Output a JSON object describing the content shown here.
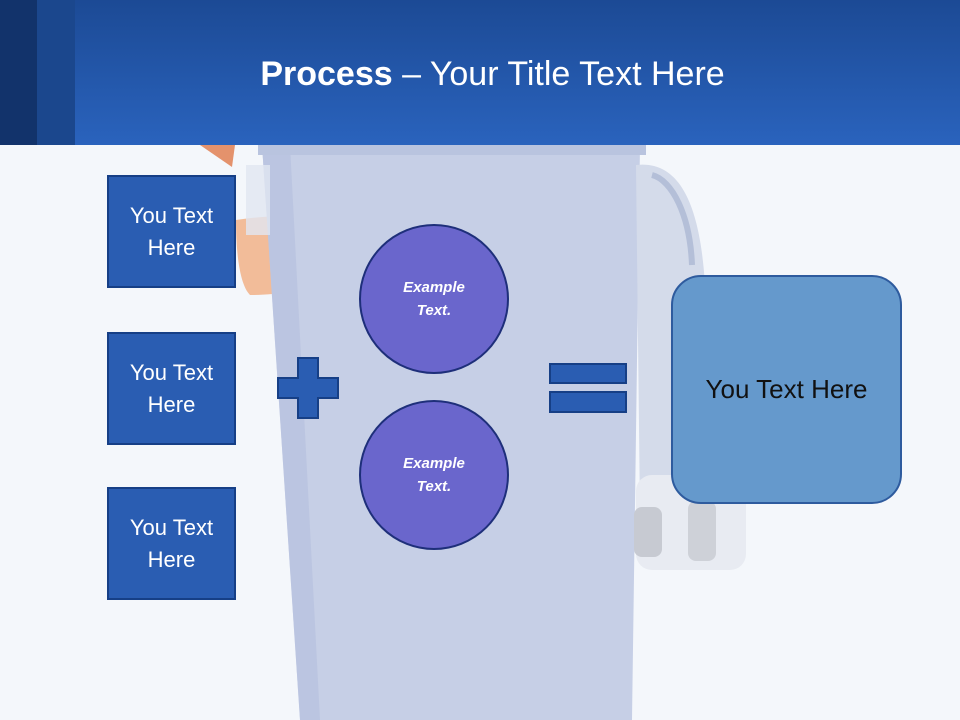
{
  "slide": {
    "title_bold": "Process",
    "title_rest": " – Your Title Text Here",
    "inputs": [
      {
        "text": "You Text Here"
      },
      {
        "text": "You Text Here"
      },
      {
        "text": "You Text Here"
      }
    ],
    "operator_icon": "plus-icon",
    "circles": [
      {
        "text": "Example Text."
      },
      {
        "text": "Example Text."
      }
    ],
    "equals_icon": "equals-icon",
    "result": {
      "text": "You Text Here"
    }
  },
  "colors": {
    "header": "#2a63bd",
    "input_box": "#2a5db2",
    "circle": "#6a66cc",
    "result_box": "#6599cc"
  }
}
